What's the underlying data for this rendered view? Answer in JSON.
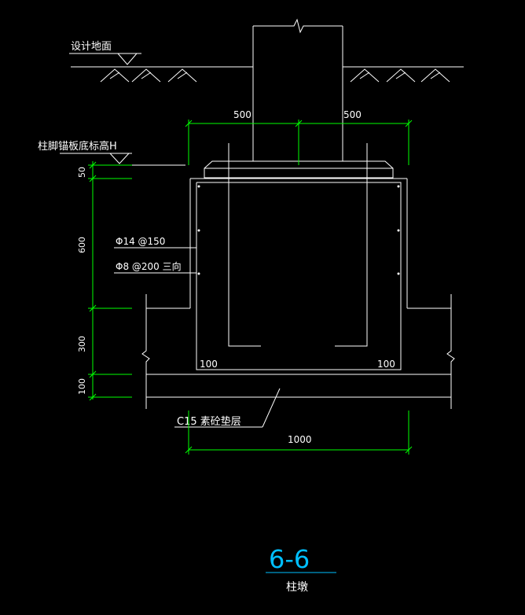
{
  "colors": {
    "background": "#000000",
    "structure": "#ffffff",
    "dimension": "#00ff00",
    "title": "#00bfff"
  },
  "labels": {
    "ground_level": "设计地面",
    "base_plate_elevation": "柱脚锚板底标高H",
    "rebar_main": "Φ14 @150",
    "rebar_stirrup": "Φ8 @200 三向",
    "cushion_layer": "C15 素砼垫层"
  },
  "dimensions": {
    "top_left": "500",
    "top_right": "500",
    "cover_left": "100",
    "cover_right": "100",
    "width_total": "1000",
    "vertical": [
      "50",
      "600",
      "300",
      "100"
    ]
  },
  "title": {
    "section": "6-6",
    "name": "柱墩"
  }
}
